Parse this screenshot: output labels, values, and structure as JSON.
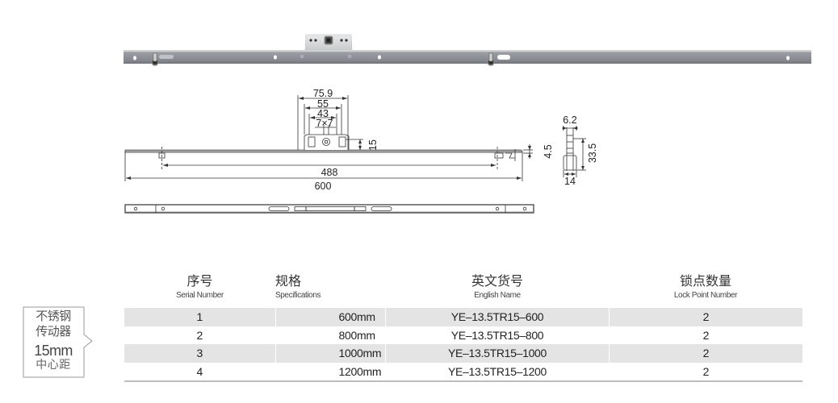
{
  "product_photo": {
    "description": "stainless steel transmission bar with central gearbox"
  },
  "drawing": {
    "dimensions": {
      "gearbox_outer": "75.9",
      "gearbox_mid": "55",
      "gearbox_inner": "43",
      "square_hole": "7×7",
      "gearbox_height": "15",
      "bar_thickness": "4.5",
      "lock_point_spacing": "488",
      "total_length": "600",
      "profile_top_width": "6.2",
      "profile_height": "33.5",
      "profile_bottom_width": "14"
    }
  },
  "callout": {
    "line1": "不锈钢",
    "line2": "传动器",
    "line3": "15mm",
    "line4": "中心距"
  },
  "table": {
    "headers": [
      {
        "cn": "序号",
        "en": "Serial Number"
      },
      {
        "cn": "规格",
        "en": "Specifications"
      },
      {
        "cn": "英文货号",
        "en": "English Name"
      },
      {
        "cn": "锁点数量",
        "en": "Lock Point Number"
      }
    ],
    "rows": [
      {
        "serial": "1",
        "spec": "600mm",
        "name": "YE–13.5TR15–600",
        "points": "2"
      },
      {
        "serial": "2",
        "spec": "800mm",
        "name": "YE–13.5TR15–800",
        "points": "2"
      },
      {
        "serial": "3",
        "spec": "1000mm",
        "name": "YE–13.5TR15–1000",
        "points": "2"
      },
      {
        "serial": "4",
        "spec": "1200mm",
        "name": "YE–13.5TR15–1200",
        "points": "2"
      }
    ]
  },
  "colors": {
    "bar_gray": "#8c8f95",
    "row_shade": "#e4e4e4",
    "line": "#333333"
  }
}
